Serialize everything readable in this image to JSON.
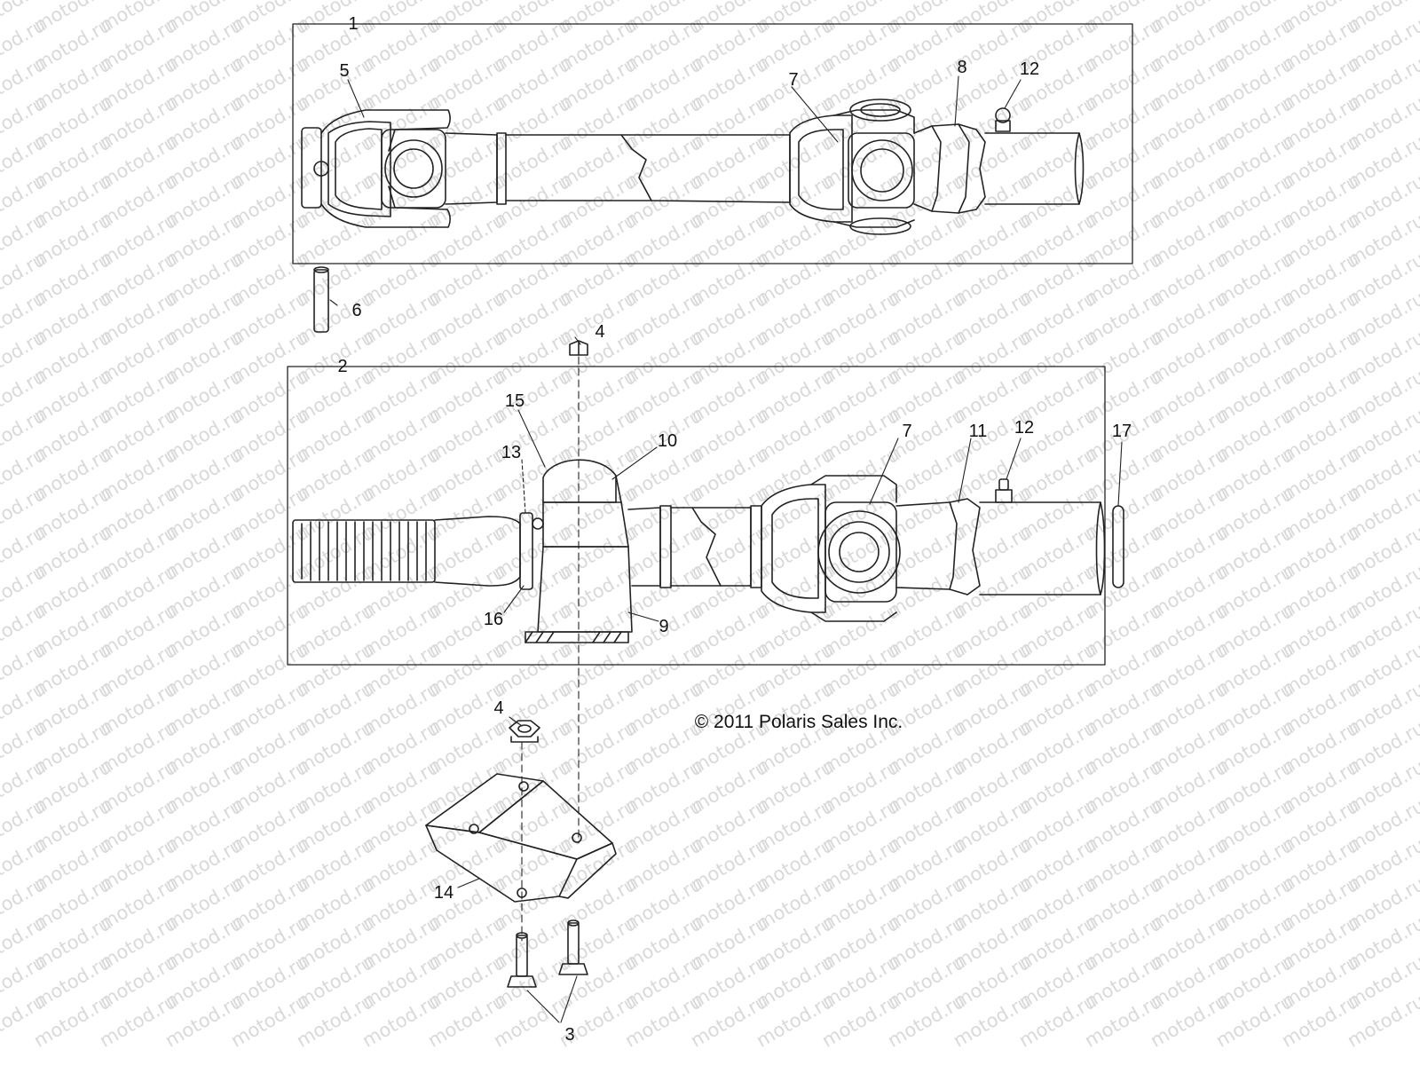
{
  "watermark_text": "motod.ru",
  "copyright": "© 2011 Polaris Sales Inc.",
  "callouts": {
    "c1": "1",
    "c2": "2",
    "c3": "3",
    "c4a": "4",
    "c4b": "4",
    "c5": "5",
    "c6": "6",
    "c7a": "7",
    "c7b": "7",
    "c8": "8",
    "c9": "9",
    "c10": "10",
    "c11": "11",
    "c12a": "12",
    "c12b": "12",
    "c13": "13",
    "c14": "14",
    "c15": "15",
    "c16": "16",
    "c17": "17"
  }
}
